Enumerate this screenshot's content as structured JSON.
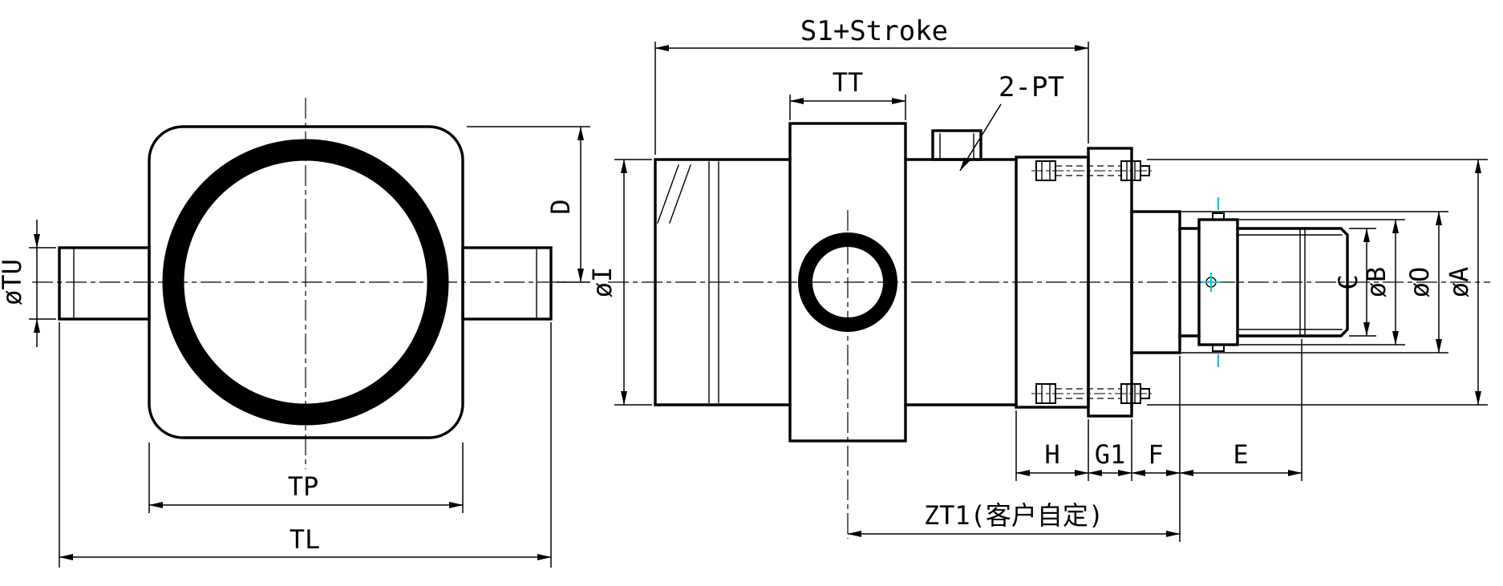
{
  "drawing": {
    "end_view": {
      "dims": {
        "tu": "øTU",
        "d": "D",
        "tp": "TP",
        "tl": "TL"
      }
    },
    "side_view": {
      "dims": {
        "s1": "S1+Stroke",
        "tt": "TT",
        "pt": "2-PT",
        "i": "øI",
        "c": "C",
        "b": "øB",
        "o": "øO",
        "a": "øA",
        "h": "H",
        "g1": "G1",
        "f": "F",
        "e": "E",
        "zt1": "ZT1(客户自定)"
      }
    },
    "colors": {
      "line": "#000000",
      "background": "#ffffff",
      "center_mark": "#17c3cb"
    }
  }
}
